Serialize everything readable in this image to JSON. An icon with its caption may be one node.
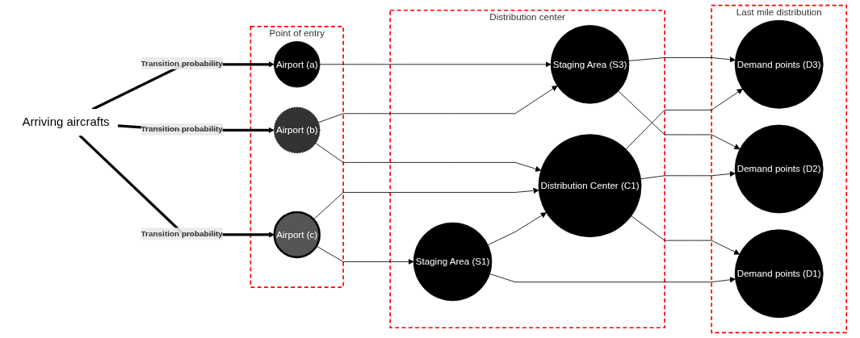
{
  "diagram": {
    "nodes": [
      {
        "text": [
          "Arriving aircrafts"
        ]
      },
      {
        "text": [
          "Point of entry"
        ]
      },
      {
        "text": [
          "Airport (a)"
        ],
        "in": 1
      },
      {
        "text": [
          "Airport (b)"
        ],
        "in": 1
      },
      {
        "text": [
          "Airport (c)"
        ],
        "in": 1
      },
      {
        "text": [
          "Distribution center"
        ]
      },
      {
        "text": [
          "Staging Area (S3)"
        ],
        "in": 5
      },
      {
        "text": [
          "Distribution Center (C1)"
        ],
        "in": 5
      },
      {
        "text": [
          "Staging Area (S1)"
        ],
        "in": 5
      },
      {
        "text": [
          "Last mile distribution"
        ]
      },
      {
        "text": [
          "Demand points (D3)"
        ],
        "in": 9
      },
      {
        "text": [
          "Demand points (D2)"
        ],
        "in": 9
      },
      {
        "text": [
          "Demand points (D1)"
        ],
        "in": 9
      }
    ],
    "edges": [
      {
        "from": 0,
        "to": 2,
        "arrow": "to",
        "label": "Transition probability",
        "style": "thick"
      },
      {
        "from": 0,
        "to": 3,
        "arrow": "to",
        "label": "Transition probability",
        "style": "thick"
      },
      {
        "from": 0,
        "to": 4,
        "arrow": "to",
        "label": "Transition probability",
        "style": "thick"
      },
      {
        "from": 2,
        "to": 6,
        "arrow": "to"
      },
      {
        "from": 3,
        "to": 6,
        "arrow": "to"
      },
      {
        "from": 3,
        "to": 7,
        "arrow": "to"
      },
      {
        "from": 4,
        "to": 7,
        "arrow": "to"
      },
      {
        "from": 4,
        "to": 8,
        "arrow": "to"
      },
      {
        "from": 8,
        "to": 7,
        "arrow": "to"
      },
      {
        "from": 6,
        "to": 10,
        "arrow": "to"
      },
      {
        "from": 6,
        "to": 11,
        "arrow": "to"
      },
      {
        "from": 7,
        "to": 10,
        "arrow": "to"
      },
      {
        "from": 7,
        "to": 11,
        "arrow": "to"
      },
      {
        "from": 7,
        "to": 12,
        "arrow": "to"
      },
      {
        "from": 8,
        "to": 12,
        "arrow": "to"
      }
    ]
  }
}
